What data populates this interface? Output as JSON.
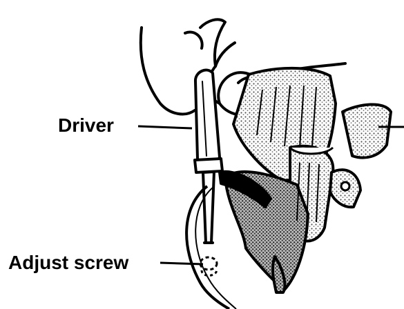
{
  "labels": {
    "driver": "Driver",
    "adjust_screw": "Adjust screw"
  },
  "colors": {
    "ink": "#000000",
    "paper": "#ffffff",
    "shade": "#7a7a7a"
  },
  "icons": [
    "hand-illustration",
    "screwdriver-illustration",
    "carburetor-illustration"
  ]
}
